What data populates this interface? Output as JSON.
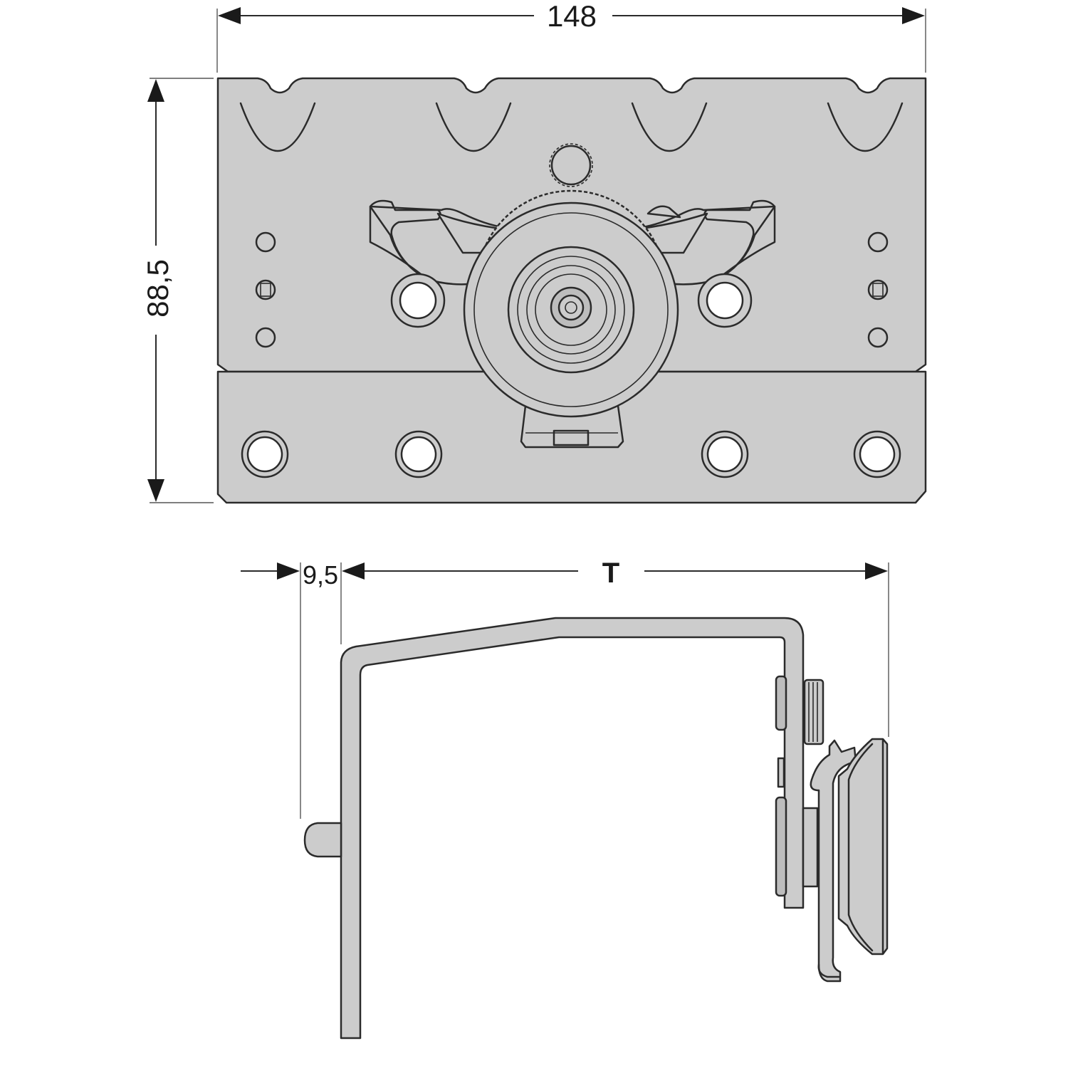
{
  "dimensions": {
    "width_label": "148",
    "height_label": "88,5",
    "offset_label": "9,5",
    "depth_label": "T"
  },
  "colors": {
    "part_fill": "#cccccc",
    "outline": "#2b2b2b",
    "background": "#ffffff"
  }
}
